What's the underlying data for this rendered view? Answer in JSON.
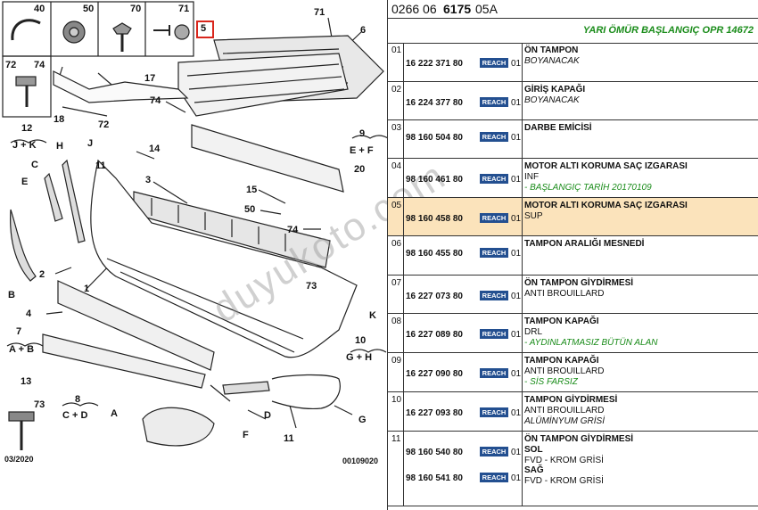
{
  "diagram": {
    "thumbs": [
      "40",
      "50",
      "70",
      "71",
      "72",
      "74"
    ],
    "highlight_label": "5",
    "labels": {
      "l6": "6",
      "l71": "71",
      "l17": "17",
      "l18": "18",
      "l74a": "74",
      "l72": "72",
      "l12": "12",
      "jk": "J + K",
      "lH": "H",
      "lJ": "J",
      "l11a": "11",
      "l14": "14",
      "l3": "3",
      "l9": "9",
      "ef": "E + F",
      "lC": "C",
      "lE": "E",
      "l20": "20",
      "l15": "15",
      "l50": "50",
      "l74b": "74",
      "l2": "2",
      "l1": "1",
      "lB": "B",
      "l73": "73",
      "l4": "4",
      "lK": "K",
      "l7": "7",
      "ab": "A + B",
      "l10": "10",
      "gh": "G + H",
      "l13": "13",
      "l8": "8",
      "cd": "C + D",
      "lA": "A",
      "lD": "D",
      "lF": "F",
      "l11b": "11",
      "lG": "G",
      "l73b": "73"
    },
    "date": "03/2020",
    "code": "00109020",
    "watermark": "duyukoto.com"
  },
  "reference": {
    "prefix": "0266 06",
    "bold": "6175",
    "suffix": "05A"
  },
  "warranty_note": "YARI ÖMÜR BAŞLANGIÇ OPR 14672",
  "reach_label": "REACH",
  "parts": [
    {
      "idx": "01",
      "pn": "16 222 371 80",
      "qty": "01",
      "lines": [
        {
          "t": "ÖN TAMPON",
          "s": "b"
        },
        {
          "t": "BOYANACAK",
          "s": "i"
        }
      ]
    },
    {
      "idx": "02",
      "pn": "16 224 377 80",
      "qty": "01",
      "lines": [
        {
          "t": "GİRİŞ KAPAĞI",
          "s": "b"
        },
        {
          "t": "BOYANACAK",
          "s": "i"
        }
      ]
    },
    {
      "idx": "03",
      "pn": "98 160 504 80",
      "qty": "01",
      "lines": [
        {
          "t": "DARBE EMİCİSİ",
          "s": "b"
        }
      ]
    },
    {
      "idx": "04",
      "pn": "98 160 461 80",
      "qty": "01",
      "lines": [
        {
          "t": "MOTOR ALTI KORUMA SAÇ IZGARASI",
          "s": "b"
        },
        {
          "t": "INF",
          "s": ""
        },
        {
          "t": "- BAŞLANGIÇ TARİH 20170109",
          "s": "g"
        }
      ]
    },
    {
      "idx": "05",
      "pn": "98 160 458 80",
      "qty": "01",
      "lines": [
        {
          "t": "MOTOR ALTI KORUMA SAÇ IZGARASI",
          "s": "b"
        },
        {
          "t": "SUP",
          "s": ""
        }
      ]
    },
    {
      "idx": "06",
      "pn": "98 160 455 80",
      "qty": "01",
      "lines": [
        {
          "t": "TAMPON ARALIĞI MESNEDİ",
          "s": "b"
        }
      ]
    },
    {
      "idx": "07",
      "pn": "16 227 073 80",
      "qty": "01",
      "lines": [
        {
          "t": "ÖN TAMPON GİYDİRMESİ",
          "s": "b"
        },
        {
          "t": "ANTI BROUILLARD",
          "s": ""
        }
      ]
    },
    {
      "idx": "08",
      "pn": "16 227 089 80",
      "qty": "01",
      "lines": [
        {
          "t": "TAMPON KAPAĞI",
          "s": "b"
        },
        {
          "t": "DRL",
          "s": ""
        },
        {
          "t": "- AYDINLATMASIZ BÜTÜN ALAN",
          "s": "g"
        }
      ]
    },
    {
      "idx": "09",
      "pn": "16 227 090 80",
      "qty": "01",
      "lines": [
        {
          "t": "TAMPON KAPAĞI",
          "s": "b"
        },
        {
          "t": "ANTI BROUILLARD",
          "s": ""
        },
        {
          "t": "- SİS FARSIZ",
          "s": "g"
        }
      ]
    },
    {
      "idx": "10",
      "pn": "16 227 093 80",
      "qty": "01",
      "lines": [
        {
          "t": "TAMPON GİYDİRMESİ",
          "s": "b"
        },
        {
          "t": "ANTI BROUILLARD",
          "s": ""
        },
        {
          "t": "ALÜMİNYUM GRİSİ",
          "s": "i"
        }
      ]
    },
    {
      "idx": "11",
      "pn": "98 160 540 80",
      "qty": "01",
      "lines": [
        {
          "t": "ÖN TAMPON GİYDİRMESİ",
          "s": "b"
        },
        {
          "t": "SOL",
          "s": "b"
        },
        {
          "t": "FVD - KROM GRİSİ",
          "s": ""
        }
      ],
      "sub": {
        "pn": "98 160 541 80",
        "qty": "01",
        "lines": [
          {
            "t": "SAĞ",
            "s": "b"
          },
          {
            "t": "FVD - KROM GRİSİ",
            "s": ""
          }
        ]
      }
    }
  ]
}
